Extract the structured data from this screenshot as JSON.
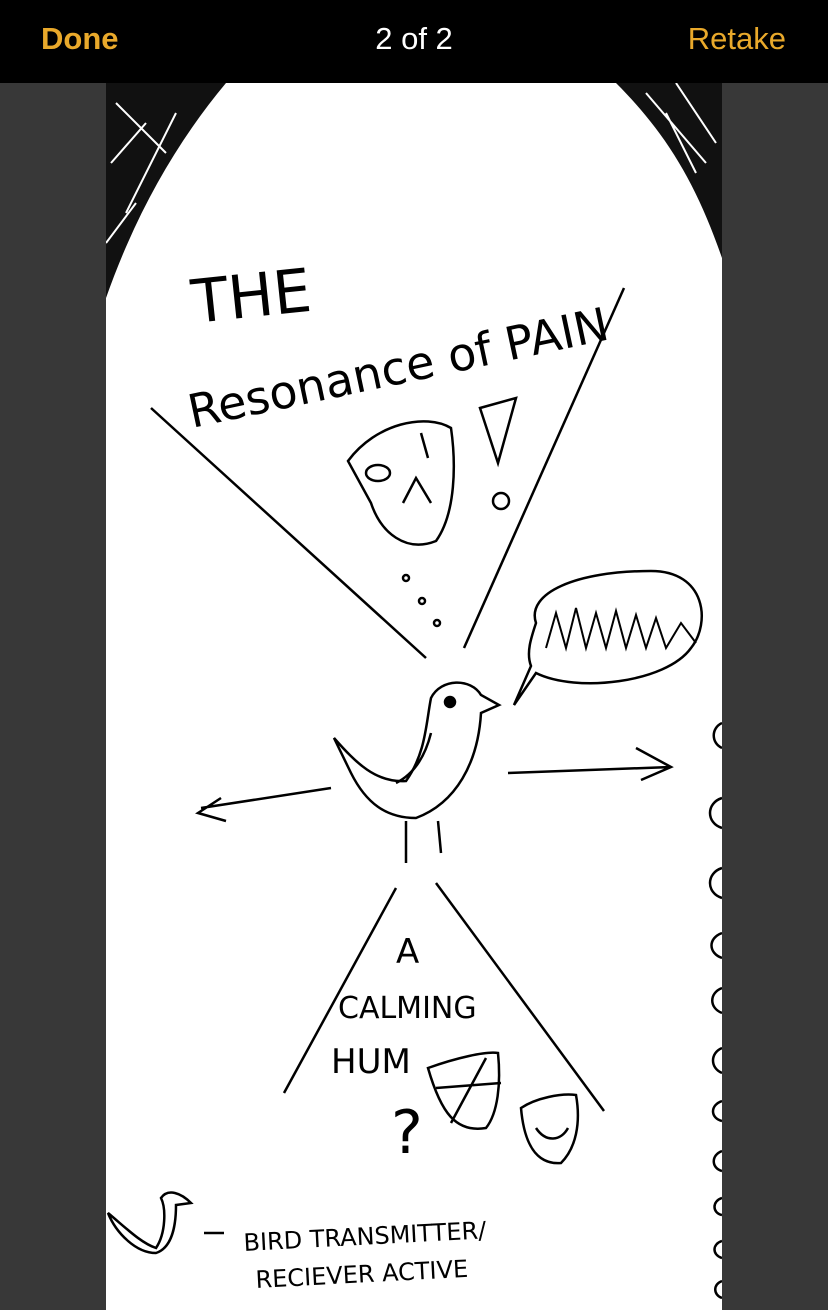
{
  "header": {
    "done_label": "Done",
    "page_counter": "2 of 2",
    "retake_label": "Retake"
  },
  "colors": {
    "accent": "#E9A92B",
    "bar_background": "#000000",
    "viewer_background": "#383838"
  },
  "drawing": {
    "title_line1": "THE",
    "title_line2": "Resonance of PAIN",
    "hum_line1": "A",
    "hum_line2": "CALMING",
    "hum_line3": "HUM",
    "question_mark": "?",
    "legend_line1": "BIRD TRANSMITTER/",
    "legend_line2": "RECIEVER ACTIVE"
  }
}
